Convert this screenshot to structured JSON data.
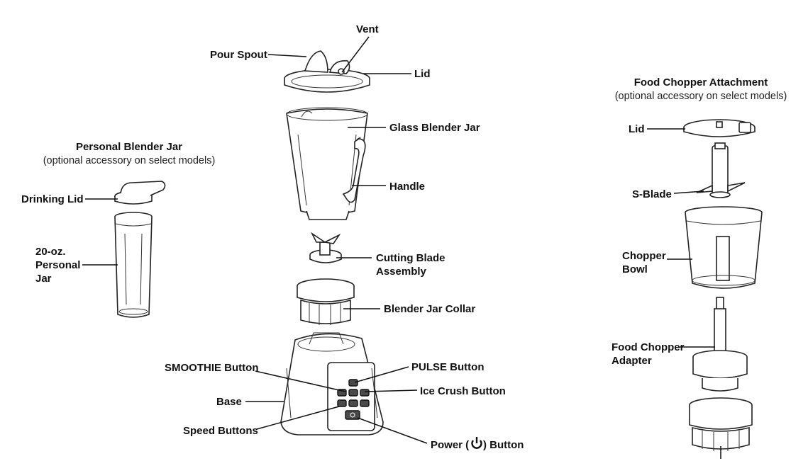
{
  "headings": {
    "personal_title": "Personal Blender Jar",
    "personal_note": "(optional accessory on select models)",
    "chopper_title": "Food Chopper Attachment",
    "chopper_note": "(optional accessory on select models)"
  },
  "labels": {
    "vent": "Vent",
    "pour_spout": "Pour Spout",
    "lid": "Lid",
    "glass_jar": "Glass Blender Jar",
    "handle": "Handle",
    "cutting_blade_1": "Cutting Blade",
    "cutting_blade_2": "Assembly",
    "collar": "Blender Jar Collar",
    "smoothie": "SMOOTHIE Button",
    "pulse": "PULSE Button",
    "ice_crush": "Ice Crush Button",
    "base": "Base",
    "speed": "Speed Buttons",
    "power_pre": "Power (",
    "power_post": ") Button",
    "drinking_lid": "Drinking Lid",
    "personal_jar_1": "20-oz.",
    "personal_jar_2": "Personal",
    "personal_jar_3": "Jar",
    "chopper_lid": "Lid",
    "s_blade": "S-Blade",
    "chopper_bowl_1": "Chopper",
    "chopper_bowl_2": "Bowl",
    "adapter_1": "Food Chopper",
    "adapter_2": "Adapter"
  },
  "icons": {
    "power": "power-icon"
  }
}
